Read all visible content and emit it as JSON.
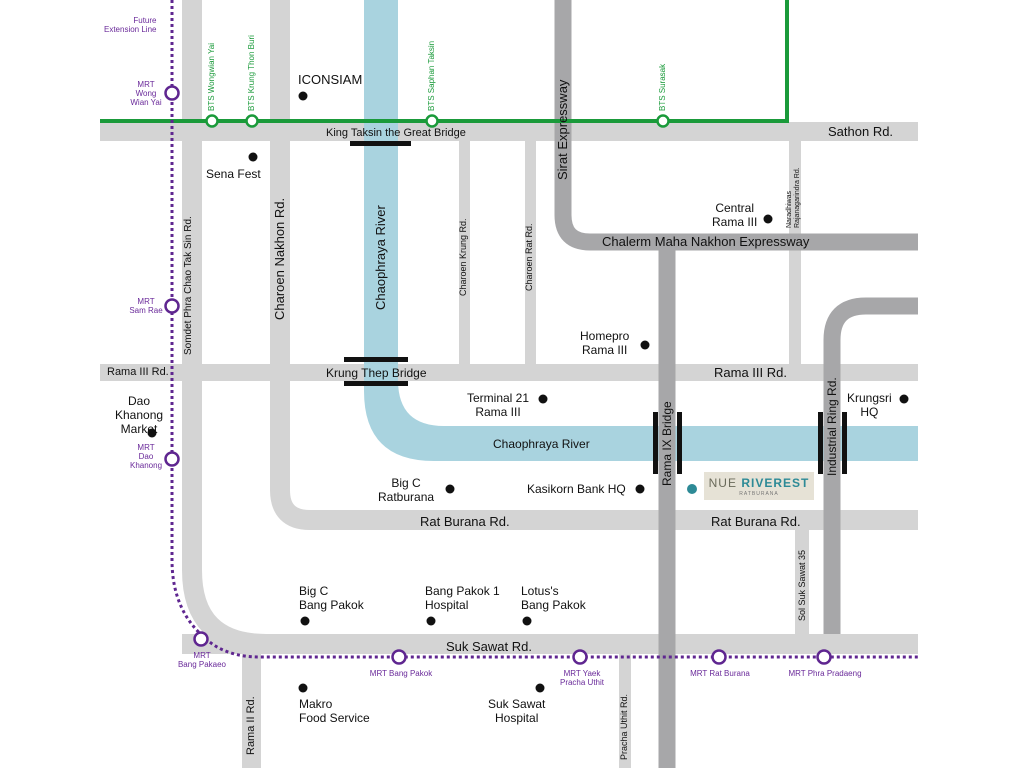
{
  "colors": {
    "road": "#d4d4d4",
    "expressway": "#a7a7a9",
    "river": "#a9d3df",
    "bts": "#1a9a3a",
    "mrt": "#5f2690",
    "poi": "#111111",
    "project": "#2d8a96"
  },
  "roads": {
    "sathon": "Sathon Rd.",
    "king_taksin_bridge": "King Taksin the Great Bridge",
    "sirat": "Sirat Expressway",
    "chalerm": "Chalerm Maha Nakhon Expressway",
    "charoen_nakhon": "Charoen Nakhon Rd.",
    "somdet": "Somdet Phra Chao Tak Sin Rd.",
    "charoen_krung": "Charoen Krung Rd.",
    "charoen_rat": "Charoen Rat Rd.",
    "naradhiwas": "Naradhiwas\nRajanagarindra Rd.",
    "rama3_left": "Rama III Rd.",
    "krung_thep_bridge": "Krung Thep Bridge",
    "rama3_right": "Rama III Rd.",
    "rama9_bridge": "Rama IX Bridge",
    "industrial_ring": "Industrial Ring Rd.",
    "rat_burana_1": "Rat Burana Rd.",
    "rat_burana_2": "Rat Burana Rd.",
    "sol_suk_sawat": "Sol Suk Sawat 35",
    "suk_sawat": "Suk Sawat Rd.",
    "rama2": "Rama II Rd.",
    "pracha_uthit": "Pracha Uthit Rd."
  },
  "rivers": {
    "chaophraya_v": "Chaophraya River",
    "chaophraya_h": "Chaophraya River"
  },
  "bts_stations": {
    "wongwian_yai": "BTS Wongwian Yai",
    "krung_thon_buri": "BTS Krung Thon Buri",
    "saphan_taksin": "BTS Saphan Taksin",
    "surasak": "BTS Surasak"
  },
  "mrt_stations": {
    "future": "Future\nExtension Line",
    "wong_wian_yai": "MRT\nWong\nWian Yai",
    "sam_rae": "MRT\nSam Rae",
    "dao_khanong": "MRT\nDao\nKhanong",
    "bang_pakaeo": "MRT\nBang Pakaeo",
    "bang_pakok": "MRT Bang Pakok",
    "yaek": "MRT Yaek\nPracha Uthit",
    "rat_burana": "MRT Rat Burana",
    "phra_pradaeng": "MRT Phra Pradaeng"
  },
  "pois": {
    "iconsiam": "ICONSIAM",
    "sena_fest": "Sena Fest",
    "central_rama3": "Central\nRama III",
    "homepro": "Homepro\nRama III",
    "terminal21": "Terminal 21\nRama III",
    "krungsri": "Krungsri\nHQ",
    "dao_khanong_market": "Dao\nKhanong\nMarket",
    "big_c_ratburana": "Big C\nRatburana",
    "kasikorn": "Kasikorn Bank HQ",
    "big_c_bang_pakok": "Big C\nBang Pakok",
    "bang_pakok_hospital": "Bang Pakok 1\nHospital",
    "lotus": "Lotus's\nBang Pakok",
    "makro": "Makro\nFood Service",
    "suk_sawat_hospital": "Suk Sawat\nHospital"
  },
  "project": {
    "name_a": "NUE",
    "name_b": "RIVEREST",
    "sub": "RATBURANA"
  }
}
